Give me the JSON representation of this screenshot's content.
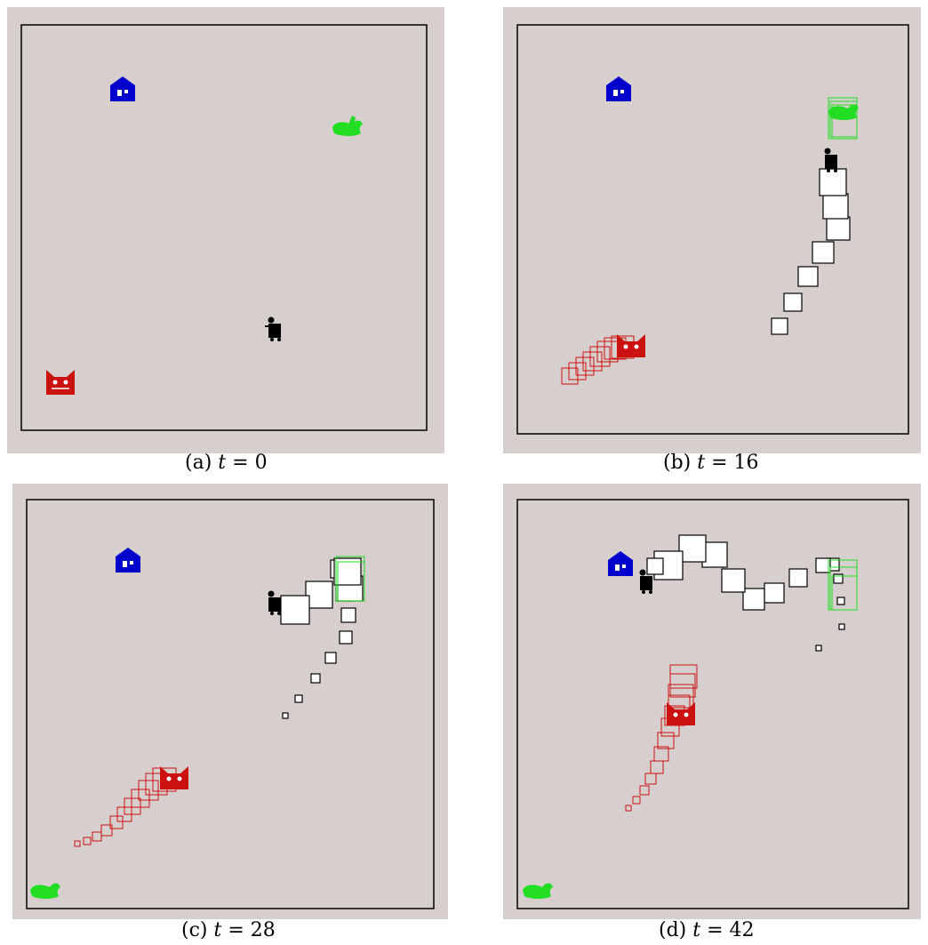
{
  "panels": [
    {
      "label": "(a)",
      "t": "t",
      "eq": "=",
      "value": "0"
    },
    {
      "label": "(b)",
      "t": "t",
      "eq": "=",
      "value": "16"
    },
    {
      "label": "(c)",
      "t": "t",
      "eq": "=",
      "value": "28"
    },
    {
      "label": "(d)",
      "t": "t",
      "eq": "=",
      "value": "42"
    }
  ],
  "colors": {
    "arena": "#d6cfcd",
    "border": "#000000",
    "house": "#0000cc",
    "rabbit": "#22dd22",
    "cat": "#cc1111",
    "agent": "#000000",
    "agent_box": "#ffffff"
  },
  "icons": [
    "house-icon",
    "rabbit-icon",
    "cat-icon",
    "agent-icon"
  ]
}
